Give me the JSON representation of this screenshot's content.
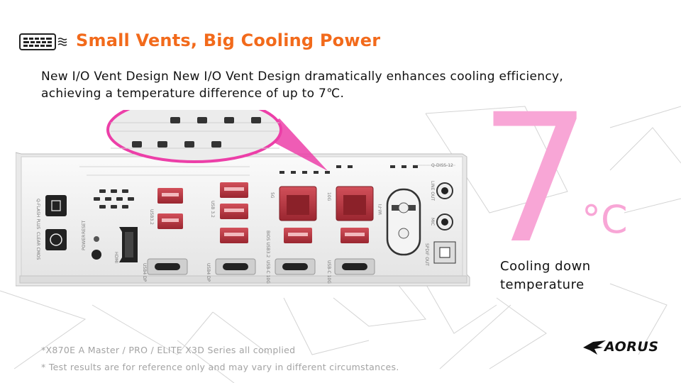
{
  "header": {
    "title": "Small Vents, Big Cooling Power",
    "icon": "vent-airflow-icon"
  },
  "description": {
    "line1": "New I/O Vent Design New I/O Vent Design dramatically enhances cooling efficiency,",
    "line2": "achieving a temperature difference of up to 7℃."
  },
  "highlight": {
    "number": "7",
    "unit": "°C",
    "caption_line1": "Cooling down",
    "caption_line2": "temperature",
    "color": "#f8a6d6"
  },
  "io_panel": {
    "labels": {
      "qflash": "Q-FLASH PLUS",
      "clear_cmos": "CLEAR CMOS",
      "power": "POWER",
      "reset": "RESET",
      "hdmi": "HDMI",
      "usb_32_a": "USB3.2",
      "usb_32_b": "USB 3.2",
      "usb4_1": "USB4 DP",
      "usb4_2": "USB4 DP",
      "bios": "BIOS USB3.2",
      "usb_c_1": "USB-C 10G",
      "usb_c_2": "USB-C 10G",
      "lan_5g": "5G",
      "lan_10g": "10G",
      "wifi": "WI-FI",
      "line_out": "LINE OUT",
      "mic": "MIC",
      "spdif": "SPDIF OUT",
      "qr": "Q-DISS-12"
    }
  },
  "footnotes": {
    "line1": "*X870E A Master / PRO / ELITE X3D Series all complied",
    "line2": "* Test results are for reference only and may vary in different circumstances."
  },
  "brand": {
    "name": "AORUS"
  },
  "colors": {
    "accent_orange": "#f26a1b",
    "accent_pink": "#f8a6d6",
    "magnifier_pink": "#ec3fa8",
    "port_red": "#b8333a"
  }
}
